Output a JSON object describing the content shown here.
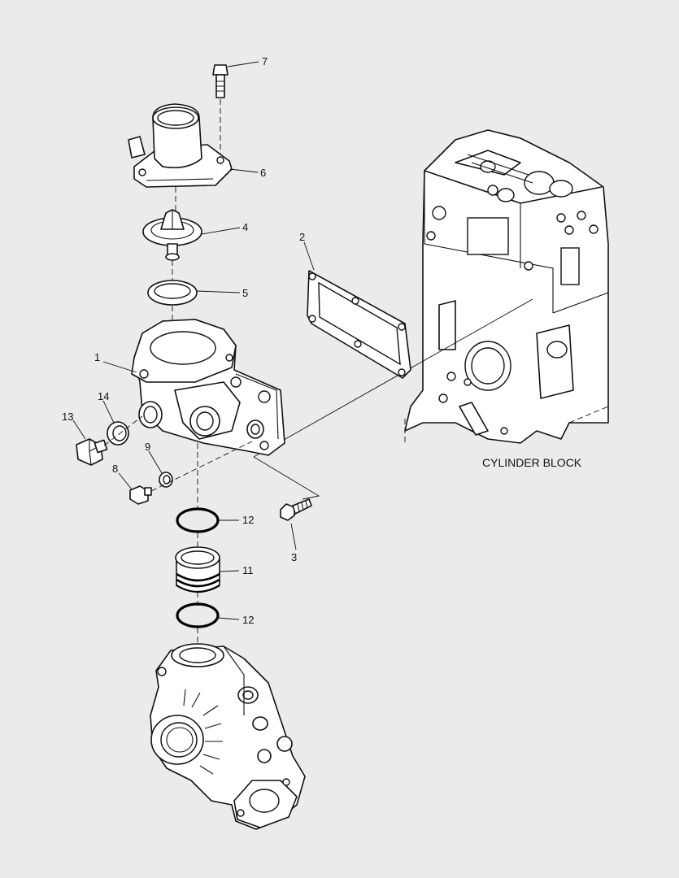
{
  "callouts": {
    "c1": "1",
    "c2": "2",
    "c3": "3",
    "c4": "4",
    "c5": "5",
    "c6": "6",
    "c7": "7",
    "c8": "8",
    "c9": "9",
    "c11": "11",
    "c12a": "12",
    "c12b": "12",
    "c13": "13",
    "c14": "14"
  },
  "labels": {
    "cylinder_block": "CYLINDER BLOCK"
  }
}
